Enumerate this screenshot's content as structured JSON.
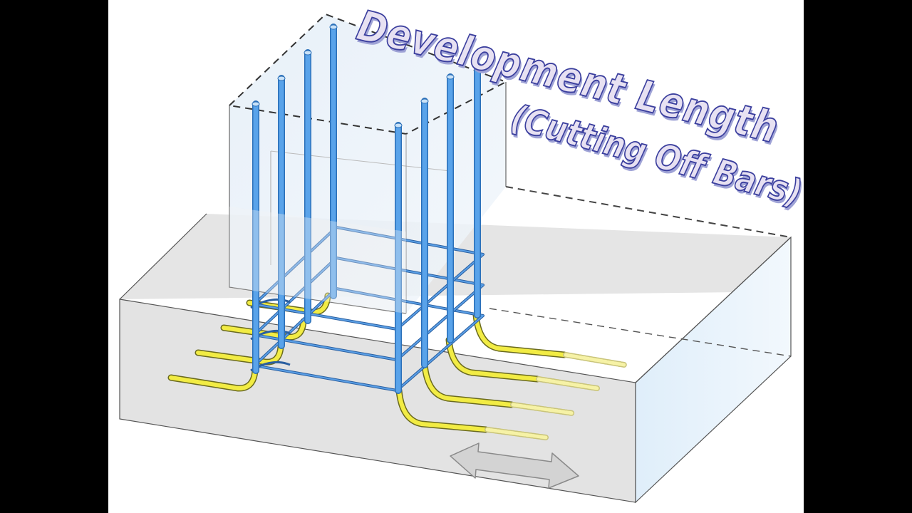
{
  "diagram": {
    "title_line1": "Development Length",
    "title_line2": "(Cutting Off Bars)",
    "colors": {
      "footing_fill": "#e4e4e4",
      "footing_end_face": "#e7f2fb",
      "column_fill": "#eaf2fa",
      "rebar_vertical": "#4d9be6",
      "rebar_outline": "#2a6fb8",
      "rebar_development": "#f2ec44",
      "cutoff_dashed": "#f6f2a6",
      "dimension_arrow": "#d3d3d3",
      "title_fill": "#e7e1f2",
      "title_outline": "#3b3f9e"
    },
    "icons": [
      "double-headed-arrow"
    ]
  }
}
